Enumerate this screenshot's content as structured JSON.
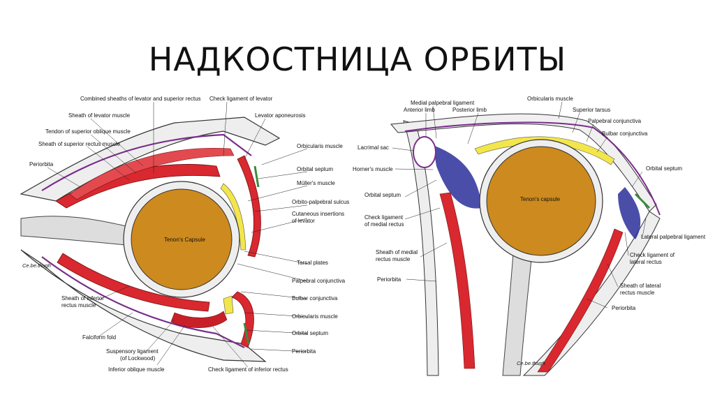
{
  "title": "НАДКОСТНИЦА ОРБИТЫ",
  "colors": {
    "globe": "#CD8A1E",
    "muscle": "#D9282F",
    "septum": "#7A2E8C",
    "fat": "#2B2F9A",
    "tarsal": "#F3E64A",
    "green": "#3B8A3E"
  },
  "left": {
    "labels": [
      "Combined sheaths of levator and superior rectus",
      "Check ligament of levator",
      "Sheath of levator muscle",
      "Levator aponeurosis",
      "Tendon of superior oblique muscle",
      "Sheath of superior rectus muscle",
      "Orbicularis muscle",
      "Periorbita",
      "Orbital septum",
      "Müller's muscle",
      "Orbito-palpebral sulcus",
      "Cutaneous insertions",
      "of levator",
      "Tarsal plates",
      "Palpebral conjunctiva",
      "Sheath of inferior",
      "rectus muscle",
      "Bulbar conjunctiva",
      "Orbicularis muscle",
      "Orbital septum",
      "Falciform fold",
      "Periorbita",
      "Suspensory ligament",
      "(of Lockwood)",
      "Inferior oblique muscle",
      "Check ligament of inferior rectus"
    ],
    "capsule": "Tenon's Capsule",
    "signature": "Ce.be.thugh"
  },
  "right": {
    "labels": [
      "Medial palpebral ligament",
      "Anterior limb",
      "Posterior limb",
      "Orbicularis muscle",
      "Superior tarsus",
      "Palpebral conjunctiva",
      "Bulbar conjunctiva",
      "Lacrimal sac",
      "Orbital septum",
      "Horner's muscle",
      "Orbital septum",
      "Check ligament",
      "of medial rectus",
      "Lateral palpebral ligament",
      "Check ligament of",
      "lateral rectus",
      "Sheath of medial",
      "rectus muscle",
      "Periorbita",
      "Sheath of lateral",
      "rectus muscle",
      "Periorbita"
    ],
    "capsule": "Tenon's capsule",
    "signature": "Ce.be.thugh"
  }
}
